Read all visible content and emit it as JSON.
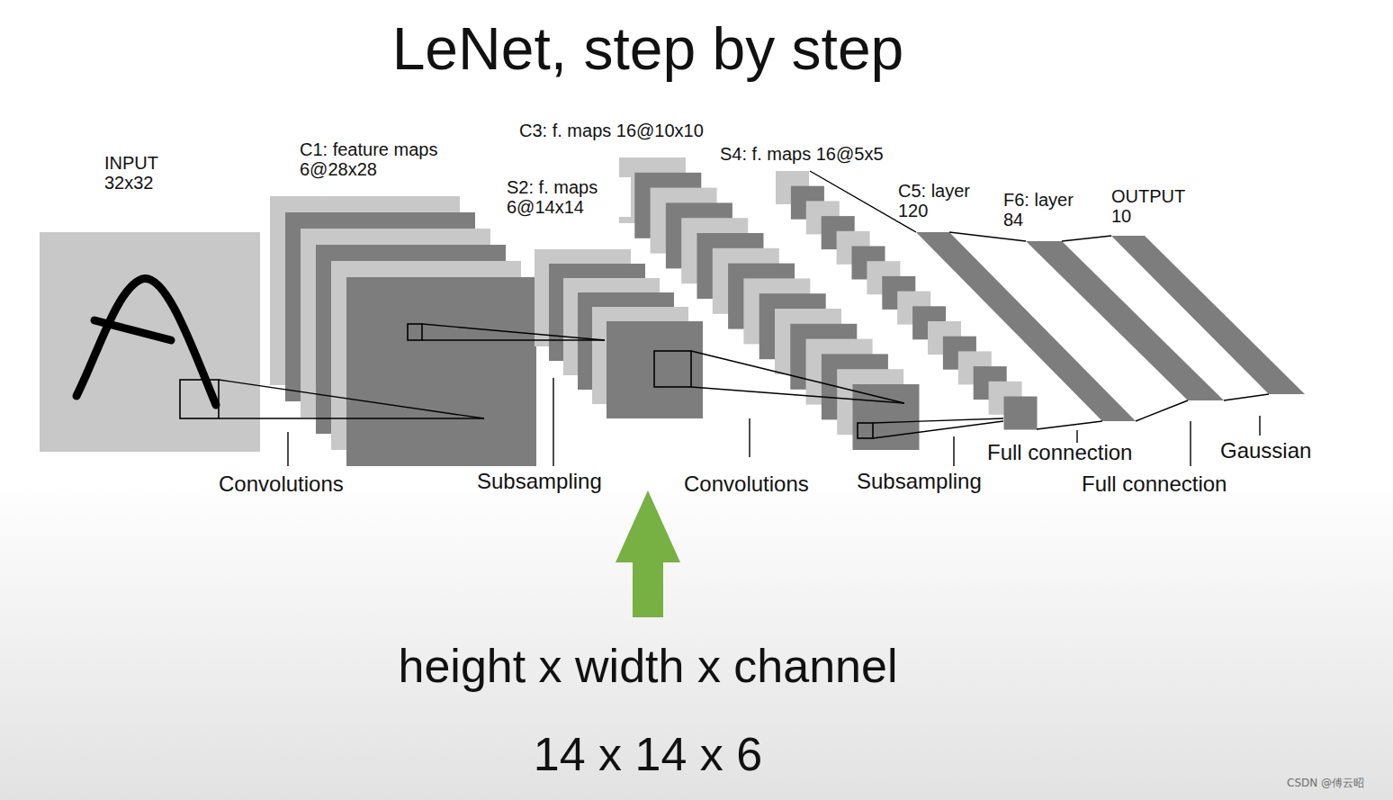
{
  "diagram": {
    "title": "LeNet, step by step",
    "nodes": [
      {
        "text": [
          "INPUT 32x32"
        ]
      },
      {
        "text": [
          "C1: feature maps 6@28x28"
        ]
      },
      {
        "text": [
          "S2: f. maps 6@14x14"
        ]
      },
      {
        "text": [
          "C3: f. maps 16@10x10"
        ]
      },
      {
        "text": [
          "S4: f. maps 16@5x5"
        ]
      },
      {
        "text": [
          "C5: layer 120"
        ]
      },
      {
        "text": [
          "F6: layer 84"
        ]
      },
      {
        "text": [
          "OUTPUT 10"
        ]
      }
    ],
    "labels": [
      "Convolutions",
      "Subsampling",
      "Convolutions",
      "Subsampling",
      "Full connection",
      "Full connection",
      "Gaussian",
      "height x width x channel",
      "14 x 14 x 6",
      "CSDN @傅云昭"
    ]
  }
}
